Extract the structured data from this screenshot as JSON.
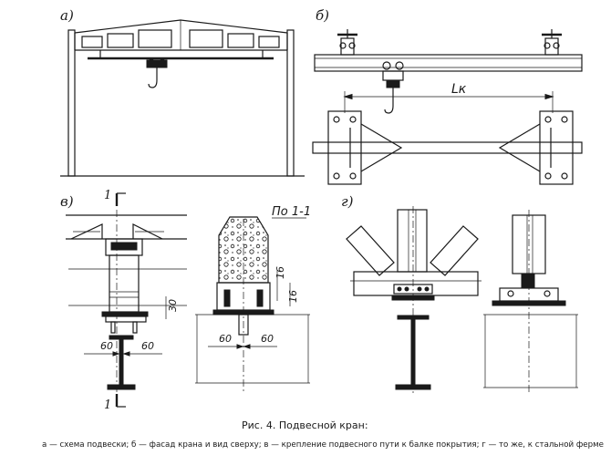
{
  "panels": {
    "a": "а)",
    "b": "б)",
    "v": "в)",
    "g": "г)"
  },
  "labels": {
    "span": "Lк",
    "section": "По 1-1",
    "cut_top": "1",
    "cut_bottom": "1"
  },
  "dimensions": {
    "left_60": "60",
    "right_60": "60",
    "d30": "30",
    "d16a": "16",
    "d16b": "16",
    "sec_left_60": "60",
    "sec_right_60": "60"
  },
  "caption": {
    "title": "Рис. 4. Подвесной кран:",
    "legend": "а — схема подвески; б — фасад крана и вид сверху; в — крепление подвесного пути к балке покрытия; г — то же, к стальной ферме"
  }
}
